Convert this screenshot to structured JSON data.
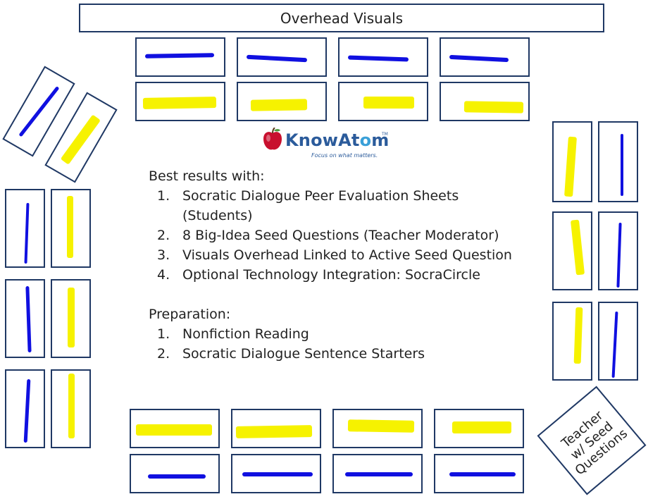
{
  "overhead_label": "Overhead Visuals",
  "teacher_label": "Teacher\nw/ Seed\nQuestions",
  "logo": {
    "name_part1": "KnowAt",
    "name_o": "o",
    "name_part2": "m",
    "tagline": "Focus on what matters.",
    "trademark": "TM"
  },
  "best_results": {
    "heading": "Best results with:",
    "items": [
      {
        "num": "1.",
        "text": "Socratic Dialogue Peer Evaluation Sheets (Students)"
      },
      {
        "num": "2.",
        "text": "8 Big-Idea Seed Questions (Teacher Moderator)"
      },
      {
        "num": "3.",
        "text": "Visuals Overhead Linked to Active Seed Question"
      },
      {
        "num": "4.",
        "text": "Optional Technology Integration: SocraCircle"
      }
    ]
  },
  "preparation": {
    "heading": "Preparation:",
    "items": [
      {
        "num": "1.",
        "text": "Nonfiction Reading"
      },
      {
        "num": "2.",
        "text": "Socratic Dialogue Sentence Starters"
      }
    ]
  },
  "colors": {
    "border": "#1f3864",
    "blue_mark": "#1010e0",
    "yellow_mark": "#f6f200",
    "logo_blue": "#2b5b9b",
    "apple_red": "#c8102e"
  }
}
